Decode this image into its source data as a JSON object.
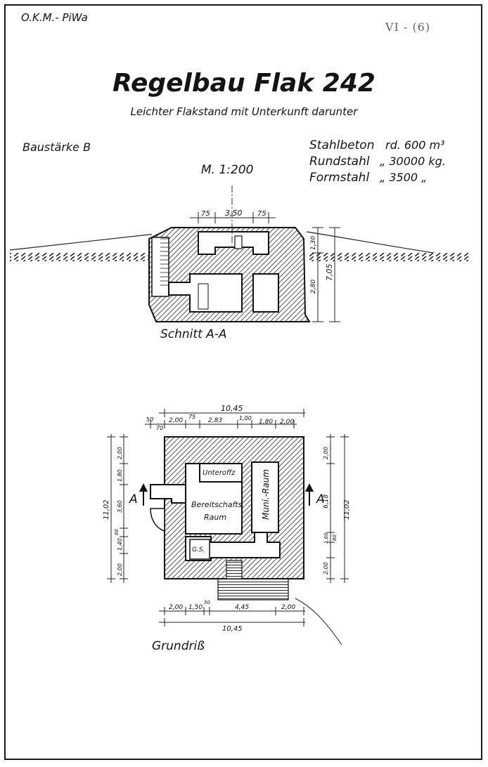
{
  "header": {
    "left_code": "O.K.M.- PiWa",
    "right_code": "VI - (6)"
  },
  "title": "Regelbau Flak 242",
  "subtitle": "Leichter Flakstand mit Unterkunft darunter",
  "baustaerke": "Baustärke B",
  "scale": "M. 1:200",
  "materials": [
    {
      "label": "Stahlbeton",
      "value": "rd. 600  m³"
    },
    {
      "label": "Rundstahl",
      "value": "„ 30000 kg."
    },
    {
      "label": "Formstahl",
      "value": "„  3500 „"
    }
  ],
  "section": {
    "caption": "Schnitt  A-A",
    "dim_top": [
      "75",
      "3,50",
      "75"
    ],
    "dim_right": [
      "1,30",
      "2,80",
      "7,05"
    ]
  },
  "plan": {
    "caption": "Grundriß",
    "rooms": {
      "unteroffz": "Unteroffz",
      "bereitschaft": "Bereitschafts",
      "bereitschaft2": "Raum",
      "munition": "Muni.-Raum",
      "gs": "G.S."
    },
    "marker": "A",
    "dim_top_overall": "10,45",
    "dim_top_parts": [
      "50",
      "70",
      "2,00",
      "75",
      "2,83",
      "1,00",
      "1,80",
      "2,00"
    ],
    "dim_bottom_overall": "10,45",
    "dim_bottom_parts": [
      "2,00",
      "1,50",
      "50",
      "4,45",
      "2,00"
    ],
    "dim_left_overall": "11,02",
    "dim_left_parts": [
      "2,00",
      "1,80",
      "3,60",
      "60",
      "1,40",
      "2,00"
    ],
    "dim_right_overall": "11,02",
    "dim_right_parts": [
      "2,00",
      "6,18",
      "1,60",
      "80",
      "2,00"
    ]
  },
  "colors": {
    "ink": "#141414",
    "paper": "#ffffff",
    "hatch": "#2a2a2a"
  }
}
